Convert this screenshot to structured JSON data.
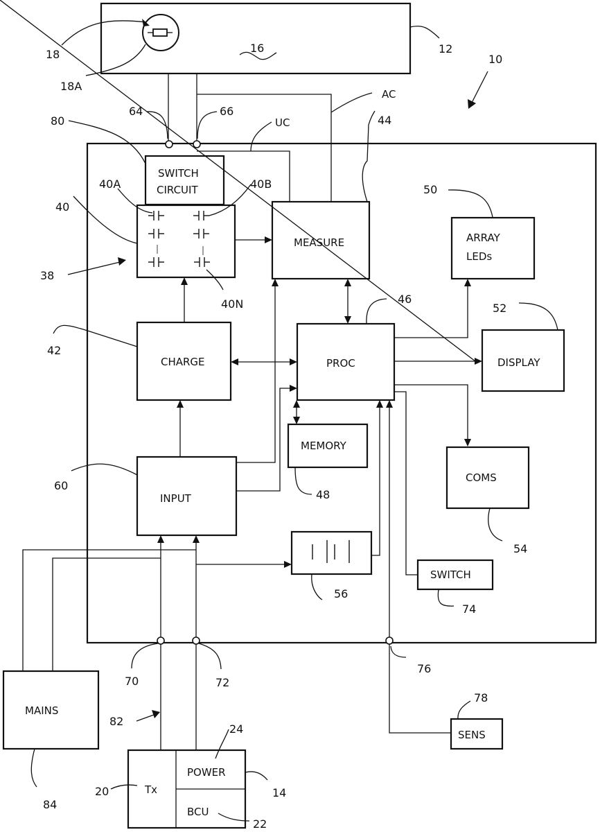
{
  "diagram": {
    "type": "block-diagram",
    "blocks": {
      "switch_circuit": {
        "line1": "SWITCH",
        "line2": "CIRCUIT"
      },
      "measure": "MEASURE",
      "array_leds": {
        "line1": "ARRAY",
        "line2": "LEDs"
      },
      "charge": "CHARGE",
      "proc": "PROC",
      "display": "DISPLAY",
      "memory": "MEMORY",
      "coms": "COMS",
      "input": "INPUT",
      "switch": "SWITCH",
      "mains": "MAINS",
      "sens": "SENS",
      "tx": "Tx",
      "power": "POWER",
      "bcu": "BCU"
    },
    "wire_labels": {
      "ac": "AC",
      "uc": "UC"
    },
    "reference_numerals": {
      "r10": "10",
      "r12": "12",
      "r14": "14",
      "r16": "16",
      "r18": "18",
      "r18a": "18A",
      "r20": "20",
      "r22": "22",
      "r24": "24",
      "r38": "38",
      "r40": "40",
      "r40a": "40A",
      "r40b": "40B",
      "r40n": "40N",
      "r42": "42",
      "r44": "44",
      "r46": "46",
      "r48": "48",
      "r50": "50",
      "r52": "52",
      "r54": "54",
      "r56": "56",
      "r60": "60",
      "r64": "64",
      "r66": "66",
      "r70": "70",
      "r72": "72",
      "r74": "74",
      "r76": "76",
      "r78": "78",
      "r80": "80",
      "r82": "82",
      "r84": "84"
    },
    "connections": [
      {
        "from": "CHARGE",
        "to": "capacitor array 40",
        "direction": "one-way"
      },
      {
        "from": "capacitor array 40",
        "to": "MEASURE",
        "direction": "one-way"
      },
      {
        "from": "MEASURE",
        "to": "PROC",
        "direction": "two-way"
      },
      {
        "from": "CHARGE",
        "to": "PROC",
        "direction": "two-way"
      },
      {
        "from": "PROC",
        "to": "MEMORY",
        "direction": "two-way"
      },
      {
        "from": "PROC",
        "to": "ARRAY LEDs",
        "direction": "one-way"
      },
      {
        "from": "PROC",
        "to": "DISPLAY",
        "direction": "one-way"
      },
      {
        "from": "PROC",
        "to": "COMS",
        "direction": "one-way"
      },
      {
        "from": "INPUT",
        "to": "CHARGE",
        "direction": "one-way"
      },
      {
        "from": "INPUT",
        "to": "MEASURE",
        "direction": "one-way"
      },
      {
        "from": "INPUT",
        "to": "PROC",
        "direction": "one-way"
      },
      {
        "from": "battery 56",
        "to": "PROC",
        "direction": "one-way"
      },
      {
        "from": "SWITCH",
        "to": "PROC",
        "direction": "one-way"
      },
      {
        "from": "SENS",
        "to": "PROC",
        "direction": "one-way"
      },
      {
        "from": "Tx",
        "to": "INPUT",
        "direction": "one-way"
      },
      {
        "from": "MAINS",
        "to": "INPUT",
        "direction": "one-way"
      }
    ]
  }
}
